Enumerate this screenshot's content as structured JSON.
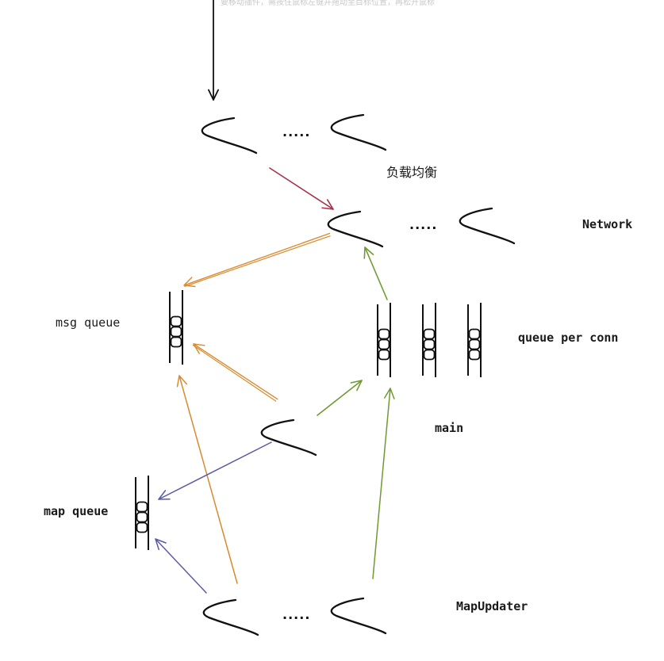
{
  "caption": "要移动插件，需按住鼠标左键并拖动至目标位置，再松开鼠标",
  "labels": {
    "load_balance": "负载均衡",
    "network": "Network",
    "msg_queue": "msg queue",
    "queue_per_conn": "queue per conn",
    "main": "main",
    "map_queue": "map queue",
    "map_updater": "MapUpdater"
  },
  "ellipsis": "·····",
  "colors": {
    "ink": "#111111",
    "red_arrow": "#a8304a",
    "orange_arrow": "#d98a2e",
    "green_arrow": "#6f9a32",
    "blue_arrow": "#5a5aa8"
  }
}
